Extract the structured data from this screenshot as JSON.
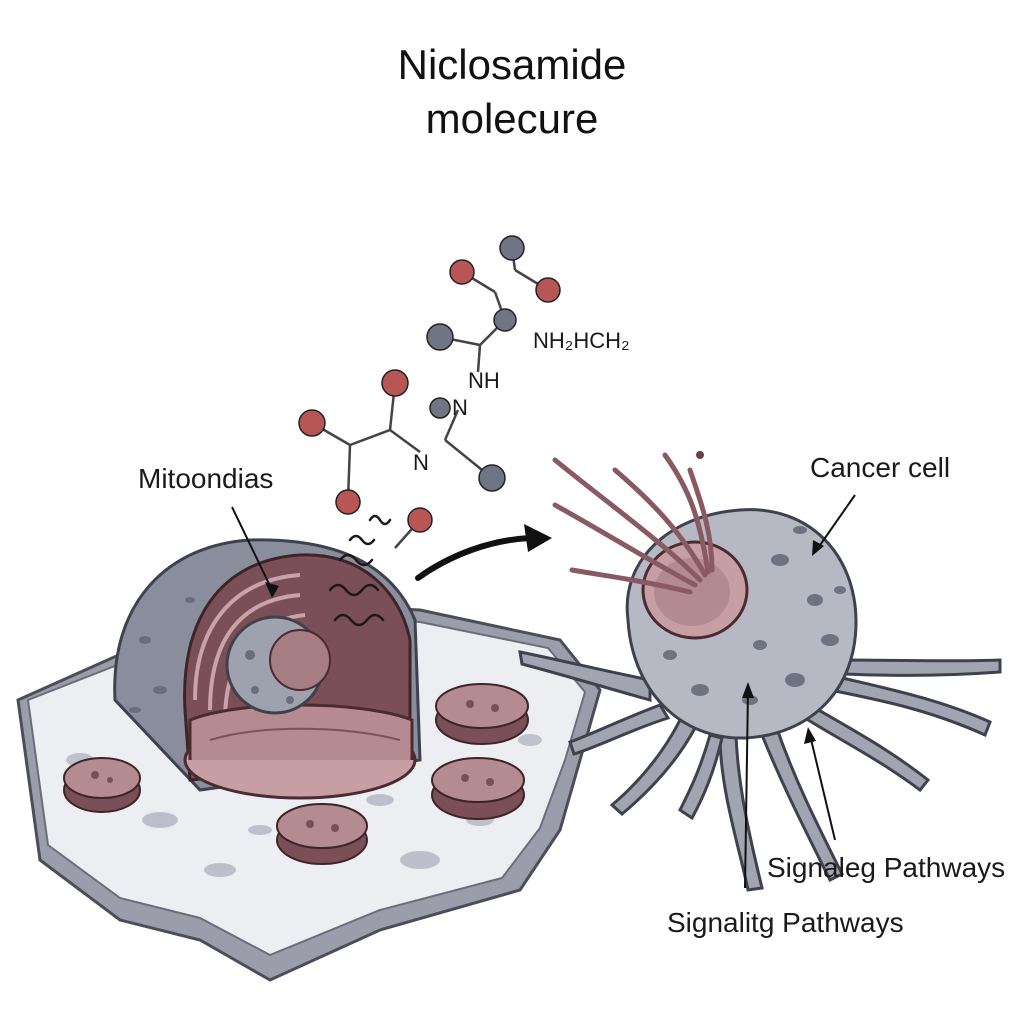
{
  "title": {
    "line1": "Niclosamide",
    "line2": "molecure"
  },
  "molecule": {
    "groups": [
      "NH₂HCH₂",
      "NH",
      "N",
      "N"
    ]
  },
  "labels": {
    "mitochondria": "Mitoondias",
    "cancer_cell": "Cancer cell",
    "signaling_1": "Signaleg Pathways",
    "signaling_2": "Signalitg Pathways"
  },
  "colors": {
    "atom_red": "#b85656",
    "atom_gray": "#6f7584",
    "cell_gray": "#a7aab5",
    "organelle_pink": "#b78a92",
    "dark_maroon": "#6d3f48"
  }
}
